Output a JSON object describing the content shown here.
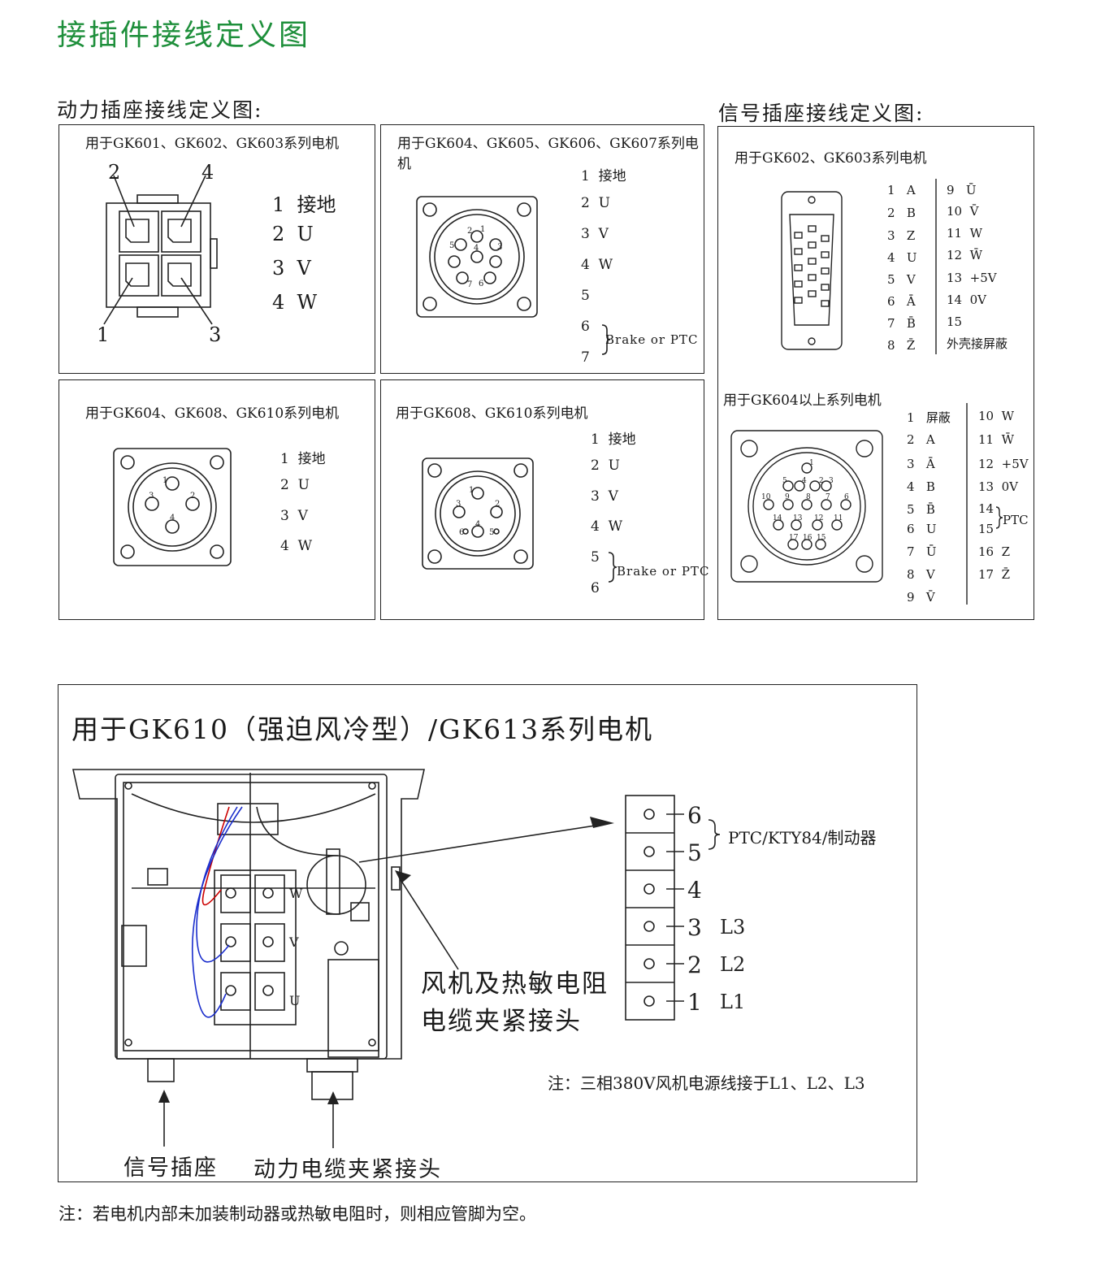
{
  "title": "接插件接线定义图",
  "power_section": "动力插座接线定义图:",
  "signal_section": "信号插座接线定义图:",
  "p1": {
    "caption": "用于GK601、GK602、GK603系列电机",
    "pins": [
      "1  接地",
      "2  U",
      "3  V",
      "4  W"
    ],
    "callouts": [
      "2",
      "4",
      "1",
      "3"
    ]
  },
  "p2": {
    "caption": "用于GK604、GK605、GK606、GK607系列电机",
    "pins": [
      "1  接地",
      "2  U",
      "3  V",
      "4  W",
      "5",
      "6",
      "7"
    ],
    "brake": "Brake or PTC",
    "nums": [
      "1",
      "2",
      "3",
      "4",
      "5",
      "6",
      "7"
    ]
  },
  "p3": {
    "caption": "用于GK604、GK608、GK610系列电机",
    "pins": [
      "1  接地",
      "2  U",
      "3  V",
      "4  W"
    ],
    "nums": [
      "1",
      "2",
      "3",
      "4"
    ]
  },
  "p4": {
    "caption": "用于GK608、GK610系列电机",
    "pins": [
      "1  接地",
      "2  U",
      "3  V",
      "4  W",
      "5",
      "6"
    ],
    "brake": "Brake or PTC",
    "nums": [
      "1",
      "2",
      "3",
      "4",
      "5",
      "6"
    ]
  },
  "s1": {
    "caption": "用于GK602、GK603系列电机",
    "left": [
      "1   A",
      "2   B",
      "3   Z",
      "4   U",
      "5   V",
      "6   Ā",
      "7   B̄",
      "8   Z̄"
    ],
    "right": [
      "9   Ū",
      "10  V̄",
      "11  W",
      "12  W̄",
      "13  +5V",
      "14  0V",
      "15",
      "外壳接屏蔽"
    ]
  },
  "s2": {
    "caption": "用于GK604以上系列电机",
    "left": [
      "1   屏蔽",
      "2   A",
      "3   Ā",
      "4   B",
      "5   B̄",
      "6   U",
      "7   Ū",
      "8   V",
      "9   V̄"
    ],
    "right": [
      "10  W",
      "11  W̄",
      "12  +5V",
      "13  0V",
      "14",
      "15",
      "16  Z",
      "17  Z̄"
    ],
    "ptc": "PTC",
    "nums": [
      "1",
      "2",
      "3",
      "4",
      "5",
      "6",
      "7",
      "8",
      "9",
      "10",
      "11",
      "12",
      "13",
      "14",
      "15",
      "16",
      "17"
    ]
  },
  "fan": {
    "title": "用于GK610（强迫风冷型）/GK613系列电机",
    "terms": [
      "6",
      "5",
      "4",
      "3",
      "2",
      "1"
    ],
    "phase": [
      "L3",
      "L2",
      "L1"
    ],
    "ptc_label": "PTC/KTY84/制动器",
    "gland_label_1": "风机及热敏电阻",
    "gland_label_2": "电缆夹紧接头",
    "uvw": [
      "W",
      "V",
      "U"
    ],
    "note": "注：三相380V风机电源线接于L1、L2、L3",
    "signal_socket": "信号插座",
    "power_gland": "动力电缆夹紧接头"
  },
  "footnote": "注：若电机内部未加装制动器或热敏电阻时，则相应管脚为空。"
}
